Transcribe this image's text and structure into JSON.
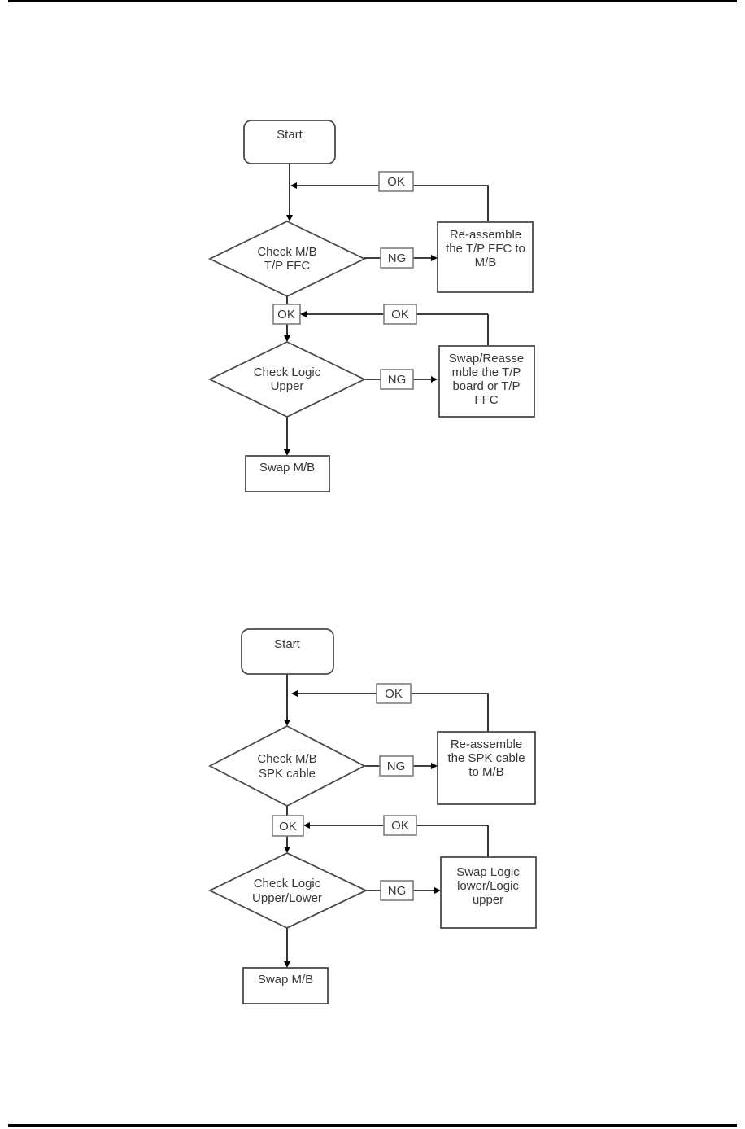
{
  "page": {
    "background": "#ffffff",
    "rule_color": "#000000"
  },
  "flowchart1": {
    "description": "touchpad-troubleshooting-flowchart",
    "start": "Start",
    "loop1_label": "OK",
    "decision1_line1": "Check M/B",
    "decision1_line2": "T/P FFC",
    "ng1": "NG",
    "action1_line1": "Re-assemble",
    "action1_line2": "the T/P FFC to",
    "action1_line3": "M/B",
    "ok_result1": "OK",
    "loop2_label": "OK",
    "decision2_line1": "Check Logic",
    "decision2_line2": "Upper",
    "ng2": "NG",
    "action2_line1": "Swap/Reasse",
    "action2_line2": "mble the T/P",
    "action2_line3": "board or T/P",
    "action2_line4": "FFC",
    "end": "Swap M/B"
  },
  "flowchart2": {
    "description": "speaker-troubleshooting-flowchart",
    "start": "Start",
    "loop1_label": "OK",
    "decision1_line1": "Check M/B",
    "decision1_line2": "SPK cable",
    "ng1": "NG",
    "action1_line1": "Re-assemble",
    "action1_line2": "the SPK cable",
    "action1_line3": "to M/B",
    "ok_result1": "OK",
    "loop2_label": "OK",
    "decision2_line1": "Check Logic",
    "decision2_line2": "Upper/Lower",
    "ng2": "NG",
    "action2_line1": "Swap Logic",
    "action2_line2": "lower/Logic",
    "action2_line3": "upper",
    "end": "Swap M/B"
  }
}
